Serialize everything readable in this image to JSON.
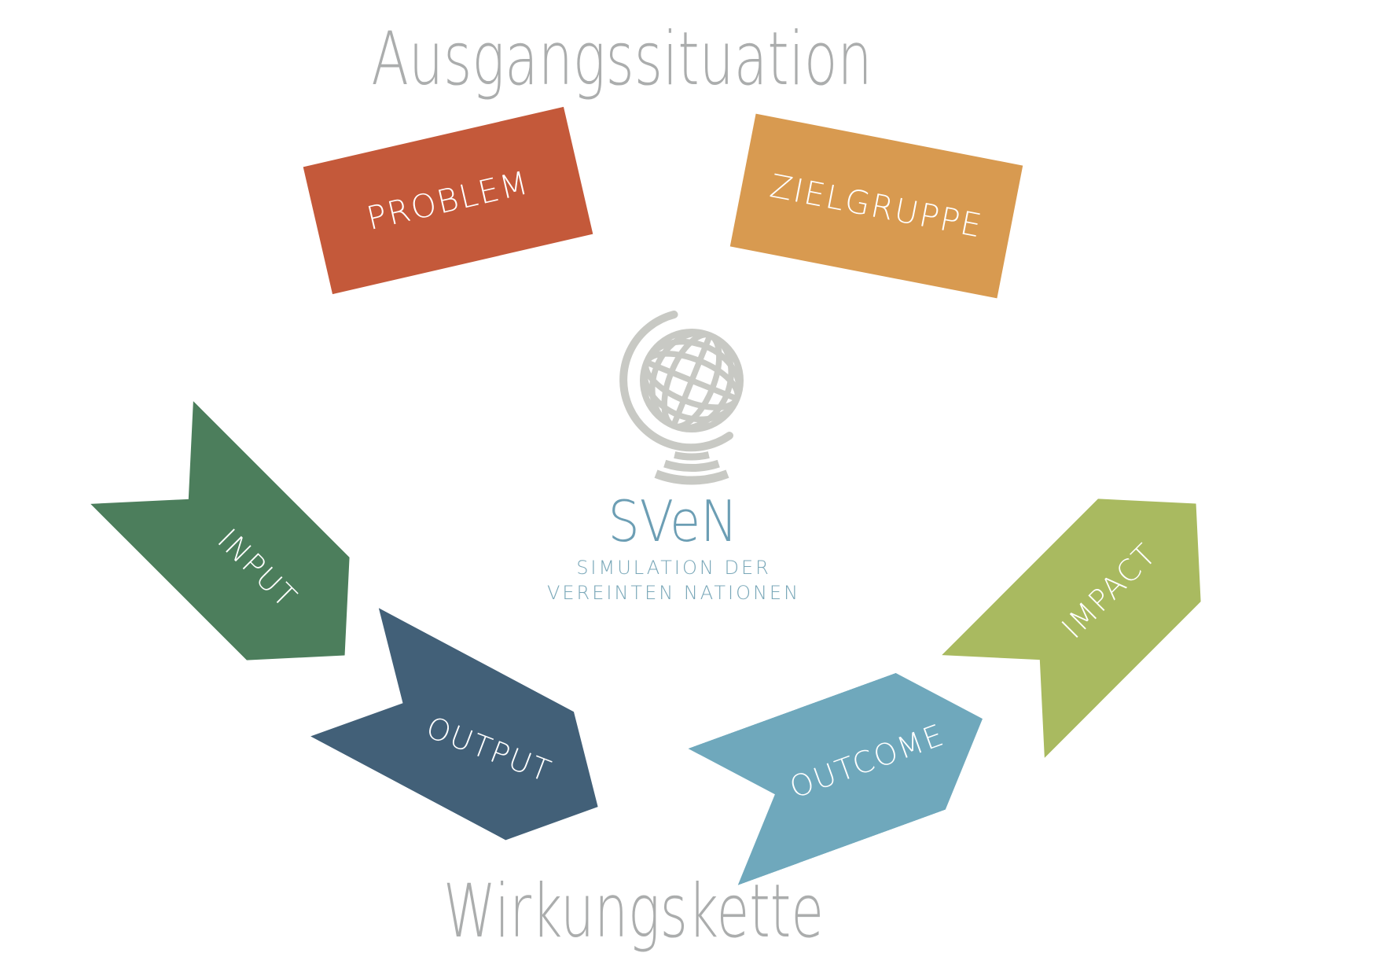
{
  "page": {
    "background": "#FFFFFF"
  },
  "sections": {
    "top": {
      "title": "Ausgangssituation",
      "color": "#ABADAD"
    },
    "bottom": {
      "title": "Wirkungskette",
      "color": "#ABADAD"
    }
  },
  "logo": {
    "icon": "desk-globe-icon",
    "icon_color": "#C8C9C4",
    "wordmark": "SVeN",
    "wordmark_color": "#6C9EB4",
    "subtitle_line1": "SIMULATION DER",
    "subtitle_line2": "VEREINTEN NATIONEN",
    "subtitle_color": "#79A7B8"
  },
  "ausgangssituation": {
    "items": [
      {
        "label": "PROBLEM",
        "color": "#C4593A",
        "shape": "rectangle",
        "rotation_deg": -13
      },
      {
        "label": "ZIELGRUPPE",
        "color": "#D89A50",
        "shape": "rectangle",
        "rotation_deg": 11
      }
    ]
  },
  "wirkungskette": {
    "items": [
      {
        "label": "INPUT",
        "color": "#4C7E5C",
        "shape": "chevron-arrow",
        "rotation_deg": 45
      },
      {
        "label": "OUTPUT",
        "color": "#426078",
        "shape": "chevron-arrow",
        "rotation_deg": 28
      },
      {
        "label": "OUTCOME",
        "color": "#6FA8BC",
        "shape": "chevron-arrow",
        "rotation_deg": -20
      },
      {
        "label": "IMPACT",
        "color": "#A9BA60",
        "shape": "chevron-arrow",
        "rotation_deg": -45
      }
    ]
  }
}
